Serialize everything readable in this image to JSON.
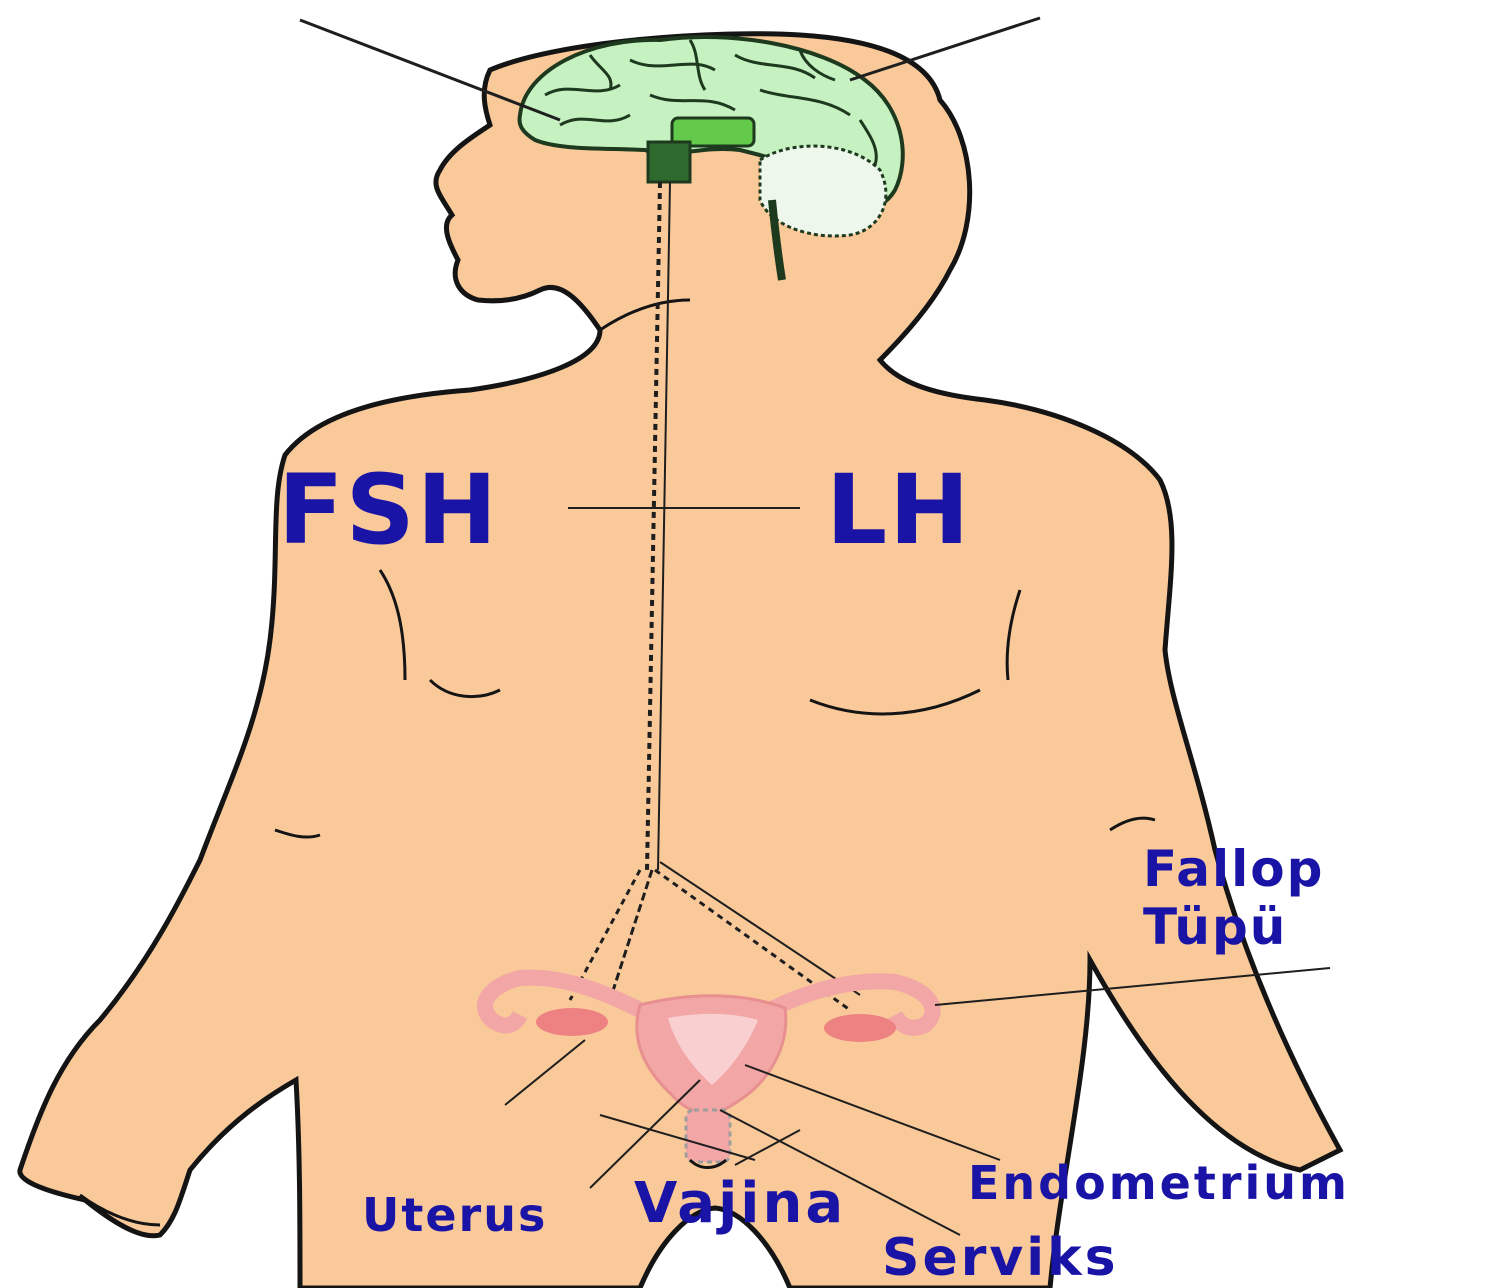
{
  "colors": {
    "skin": "#f9c99a",
    "outline": "#141414",
    "brain": "#c6f1c1",
    "brain_dark": "#3e8a3e",
    "uterus": "#f2a6a6",
    "ovary": "#ee8282",
    "label": "#1a14a6"
  },
  "labels": {
    "fsh": "FSH",
    "lh": "LH",
    "fallop": "Fallop\nTüpü",
    "endometrium": "Endometrium",
    "uterus": "Uterus",
    "vajina": "Vajina",
    "serviks": "Serviks"
  },
  "icons": [
    "brain-icon",
    "pituitary-icon",
    "uterus-icon",
    "ovary-icon"
  ]
}
